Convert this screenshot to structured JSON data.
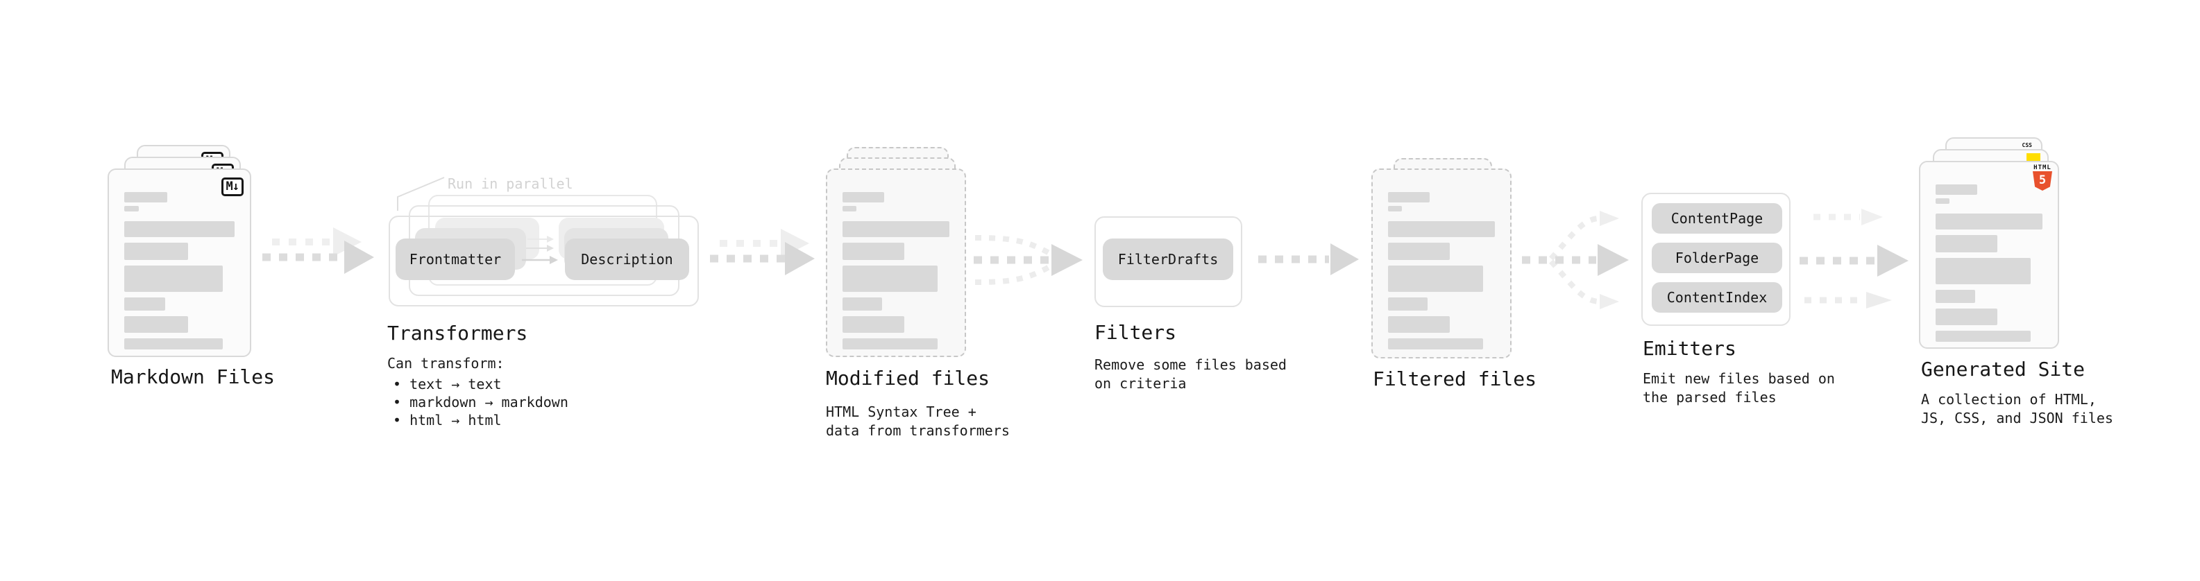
{
  "stages": {
    "markdown": {
      "label": "Markdown Files",
      "badge": "M↓"
    },
    "transformers": {
      "label": "Transformers",
      "note": "Run in parallel",
      "pill_left": "Frontmatter",
      "pill_right": "Description",
      "desc_title": "Can transform:",
      "bullets": [
        "• text → text",
        "• markdown → markdown",
        "• html → html"
      ]
    },
    "modified": {
      "label": "Modified files",
      "desc": "HTML Syntax Tree +\ndata from transformers"
    },
    "filters": {
      "label": "Filters",
      "pill": "FilterDrafts",
      "desc": "Remove some files based\non criteria"
    },
    "filtered": {
      "label": "Filtered files"
    },
    "emitters": {
      "label": "Emitters",
      "pills": [
        "ContentPage",
        "FolderPage",
        "ContentIndex"
      ],
      "desc": "Emit new files based on\nthe parsed files"
    },
    "generated": {
      "label": "Generated Site",
      "desc": "A collection of HTML,\nJS, CSS, and JSON files",
      "badges": {
        "css": "CSS",
        "html_word": "HTML",
        "html_num": "5"
      }
    }
  },
  "colors": {
    "html5_orange": "#e8512d",
    "js_yellow": "#ffde00",
    "css_blue": "#2965f1",
    "pill_gray": "#d9d9d9",
    "arrow_gray": "#d7d7d7",
    "arrow_ghost": "#efefef",
    "note_gray": "#d2d2d2"
  }
}
